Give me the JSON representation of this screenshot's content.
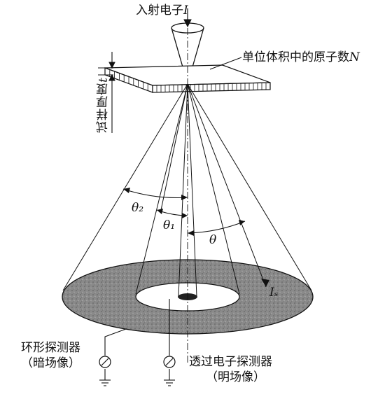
{
  "labels": {
    "incident_electron": "入射电子",
    "incident_symbol": "I",
    "atoms_per_volume": "单位体积中的原子数",
    "atoms_symbol": "N",
    "sample_thickness": "试样厚度",
    "thickness_symbol": "t",
    "theta2": "θ₂",
    "theta1": "θ₁",
    "theta": "θ",
    "scattered": "Iₛ",
    "annular_detector": "环形探测器",
    "dark_field": "（暗场像）",
    "transmitted_detector": "透过电子探测器",
    "bright_field": "（明场像）"
  },
  "colors": {
    "ink": "#111111",
    "ring_fill": "#8a8a8a",
    "background": "#ffffff"
  }
}
